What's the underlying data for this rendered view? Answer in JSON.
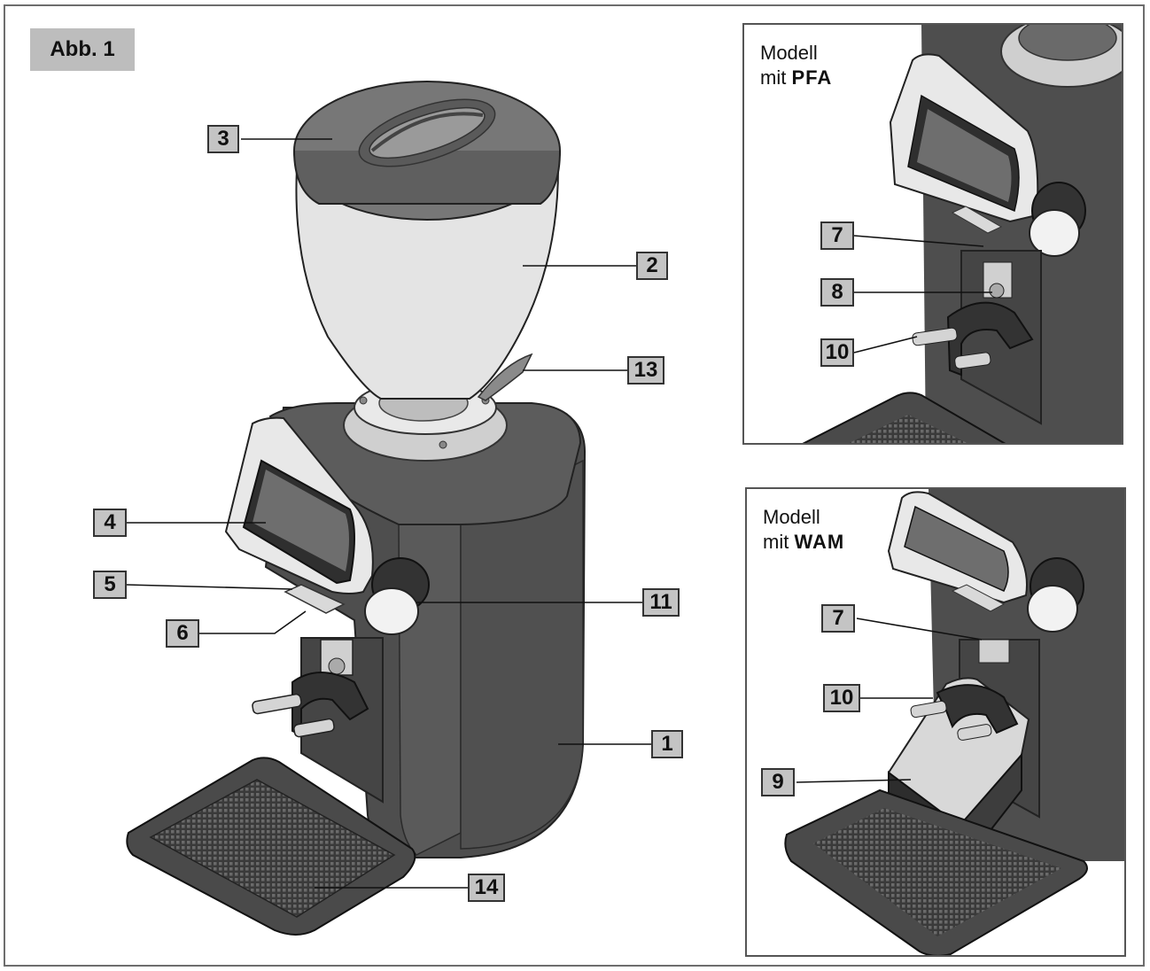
{
  "figure": {
    "title": "Abb. 1"
  },
  "insets": {
    "pfa": {
      "prefix": "Modell",
      "mit": "mit",
      "name": "PFA"
    },
    "wam": {
      "prefix": "Modell",
      "mit": "mit",
      "name": "WAM"
    }
  },
  "callouts": {
    "main": [
      "1",
      "2",
      "3",
      "4",
      "5",
      "6",
      "11",
      "13",
      "14"
    ],
    "pfa": [
      "7",
      "8",
      "10"
    ],
    "wam": [
      "7",
      "10",
      "9"
    ]
  },
  "colors": {
    "body": "#4e4e4e",
    "body_dark": "#3a3a3a",
    "hopper": "#e4e4e4",
    "lid": "#777777",
    "callout_bg": "#c4c4c4",
    "tray_grid": "#2c2c2c"
  }
}
